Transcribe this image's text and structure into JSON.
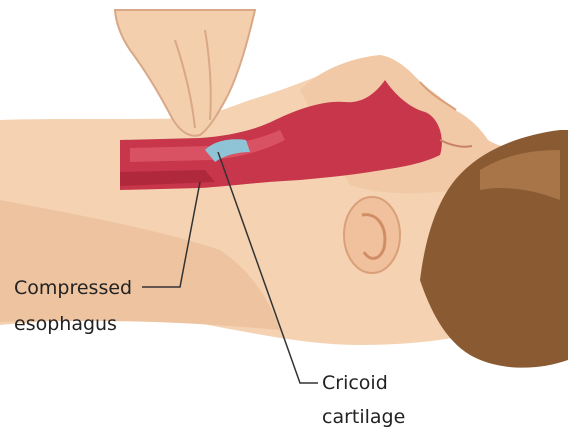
{
  "labels": {
    "compressed": "Compressed",
    "esophagus": "esophagus",
    "cricoid": "Cricoid",
    "cartilage": "cartilage"
  },
  "colors": {
    "skin": "#f4d2b2",
    "skin_shadow": "#e6b48c",
    "hair": "#8a5a32",
    "airway": "#c7364a",
    "cartilage": "#8fc3d6",
    "leader_line": "#333333"
  }
}
